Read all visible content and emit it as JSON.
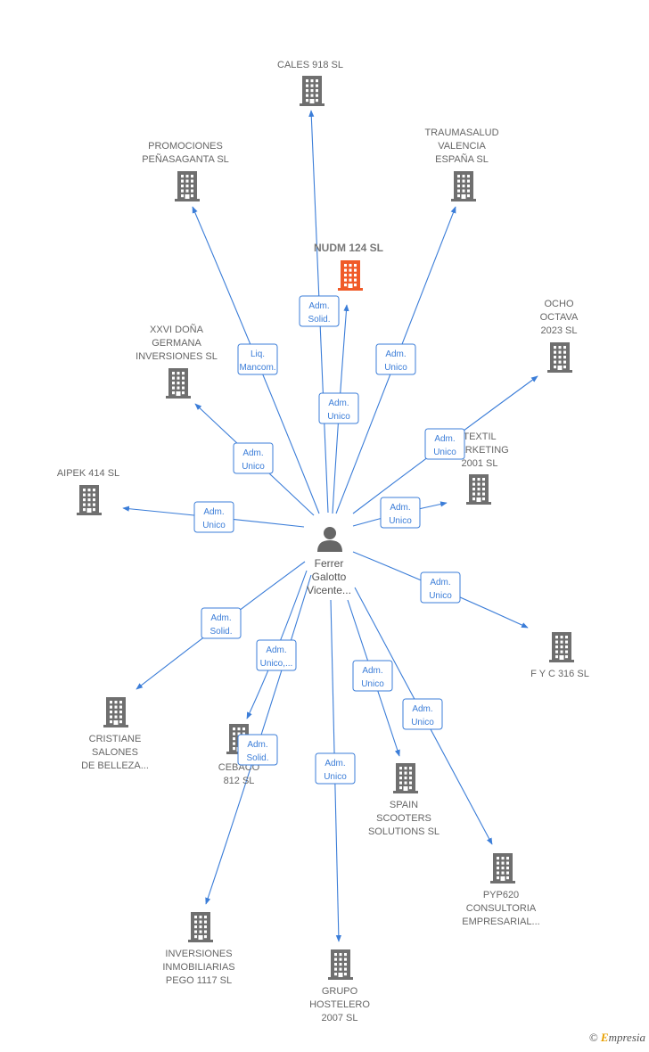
{
  "center": {
    "name": "Ferrer Galotto Vicente...",
    "lines": [
      "Ferrer",
      "Galotto",
      "Vicente..."
    ]
  },
  "companies": [
    {
      "id": "cales918",
      "lines": [
        "CALES 918  SL"
      ],
      "main": false
    },
    {
      "id": "promociones",
      "lines": [
        "PROMOCIONES",
        "PEÑASAGANTA SL"
      ],
      "main": false
    },
    {
      "id": "traumasalud",
      "lines": [
        "TRAUMASALUD",
        "VALENCIA",
        "ESPAÑA  SL"
      ],
      "main": false
    },
    {
      "id": "nudm124",
      "lines": [
        "NUDM 124  SL"
      ],
      "main": true
    },
    {
      "id": "ochooctava",
      "lines": [
        "OCHO",
        "OCTAVA",
        "2023  SL"
      ],
      "main": false
    },
    {
      "id": "xxvi",
      "lines": [
        "XXVI DOÑA",
        "GERMANA",
        "INVERSIONES SL"
      ],
      "main": false
    },
    {
      "id": "textil",
      "lines": [
        "TEXTIL",
        "MARKETING",
        "2001  SL"
      ],
      "main": false
    },
    {
      "id": "aipek",
      "lines": [
        "AIPEK 414  SL"
      ],
      "main": false
    },
    {
      "id": "fyc316",
      "lines": [
        "F Y C 316  SL"
      ],
      "main": false
    },
    {
      "id": "cristiane",
      "lines": [
        "CRISTIANE",
        "SALONES",
        "DE BELLEZA..."
      ],
      "main": false
    },
    {
      "id": "cebaco",
      "lines": [
        "CEBACO",
        "812 SL"
      ],
      "main": false
    },
    {
      "id": "spain",
      "lines": [
        "SPAIN",
        "SCOOTERS",
        "SOLUTIONS  SL"
      ],
      "main": false
    },
    {
      "id": "pyp620",
      "lines": [
        "PYP620",
        "CONSULTORIA",
        "EMPRESARIAL..."
      ],
      "main": false
    },
    {
      "id": "inversiones",
      "lines": [
        "INVERSIONES",
        "INMOBILIARIAS",
        "PEGO 1117  SL"
      ],
      "main": false
    },
    {
      "id": "grupo",
      "lines": [
        "GRUPO",
        "HOSTELERO",
        "2007  SL"
      ],
      "main": false
    }
  ],
  "edges": [
    {
      "to": "cales918",
      "lines": [
        "Adm.",
        "Solid."
      ]
    },
    {
      "to": "promociones",
      "lines": [
        "Liq.",
        "Mancom."
      ]
    },
    {
      "to": "traumasalud",
      "lines": [
        "Adm.",
        "Unico"
      ]
    },
    {
      "to": "nudm124",
      "lines": [
        "Adm.",
        "Unico"
      ]
    },
    {
      "to": "ochooctava",
      "lines": [
        "Adm.",
        "Unico"
      ]
    },
    {
      "to": "xxvi",
      "lines": [
        "Adm.",
        "Unico"
      ]
    },
    {
      "to": "textil",
      "lines": [
        "Adm.",
        "Unico"
      ]
    },
    {
      "to": "aipek",
      "lines": [
        "Adm.",
        "Unico"
      ]
    },
    {
      "to": "fyc316",
      "lines": [
        "Adm.",
        "Unico"
      ]
    },
    {
      "to": "cristiane",
      "lines": [
        "Adm.",
        "Solid."
      ]
    },
    {
      "to": "cebaco",
      "lines": [
        "Adm.",
        "Unico,..."
      ]
    },
    {
      "to": "spain",
      "lines": [
        "Adm.",
        "Unico"
      ]
    },
    {
      "to": "pyp620",
      "lines": [
        "Adm.",
        "Unico"
      ]
    },
    {
      "to": "inversiones",
      "lines": [
        "Adm.",
        "Solid."
      ]
    },
    {
      "to": "grupo",
      "lines": [
        "Adm.",
        "Unico"
      ]
    }
  ],
  "colors": {
    "edge": "#3b7dd8",
    "building": "#6f6f6f",
    "main_building": "#f05a28",
    "person": "#666666"
  },
  "icons": {
    "company": "building-icon",
    "person": "person-icon"
  },
  "brand": {
    "copyright": "©",
    "name": "mpresia",
    "initial": "E"
  }
}
